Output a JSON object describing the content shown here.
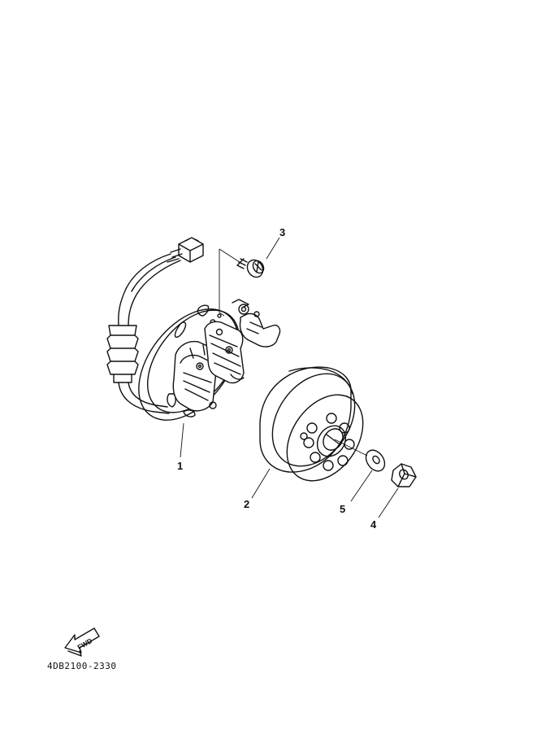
{
  "parts": [
    {
      "number": "1",
      "name": "stator-assembly"
    },
    {
      "number": "2",
      "name": "rotor-flywheel"
    },
    {
      "number": "3",
      "name": "screw"
    },
    {
      "number": "4",
      "name": "nut"
    },
    {
      "number": "5",
      "name": "washer"
    }
  ],
  "fwd_label": "FWD",
  "drawing_code": "4DB2100-2330",
  "line_color": "#111111",
  "background": "#ffffff"
}
